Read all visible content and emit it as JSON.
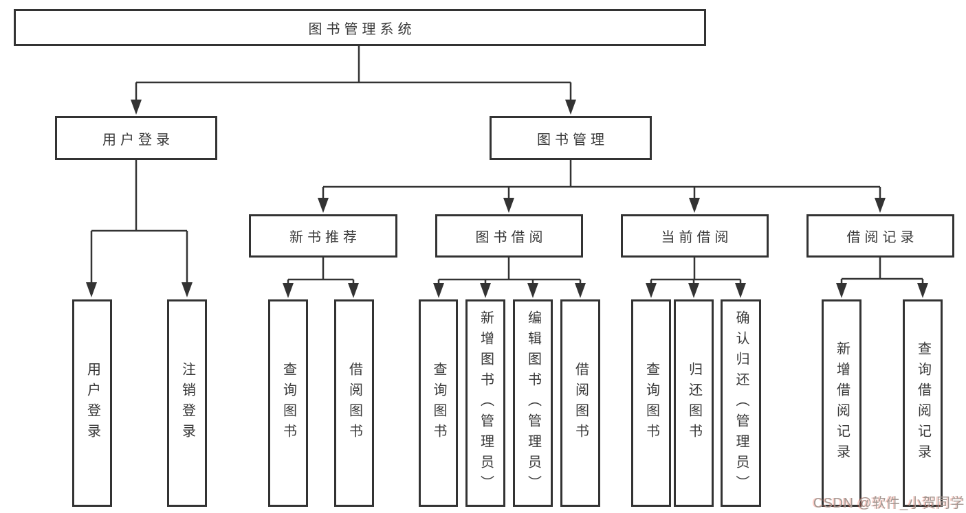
{
  "tree": {
    "label": "图书管理系统",
    "children": [
      {
        "label": "用户登录",
        "children": [
          {
            "label": "用户登录"
          },
          {
            "label": "注销登录"
          }
        ]
      },
      {
        "label": "图书管理",
        "children": [
          {
            "label": "新书推荐",
            "children": [
              {
                "label": "查询图书"
              },
              {
                "label": "借阅图书"
              }
            ]
          },
          {
            "label": "图书借阅",
            "children": [
              {
                "label": "查询图书"
              },
              {
                "label": "新增图书（管理员）"
              },
              {
                "label": "编辑图书（管理员）"
              },
              {
                "label": "借阅图书"
              }
            ]
          },
          {
            "label": "当前借阅",
            "children": [
              {
                "label": "查询图书"
              },
              {
                "label": "归还图书"
              },
              {
                "label": "确认归还（管理员）"
              }
            ]
          },
          {
            "label": "借阅记录",
            "children": [
              {
                "label": "新增借阅记录"
              },
              {
                "label": "查询借阅记录"
              }
            ]
          }
        ]
      }
    ]
  },
  "watermark": {
    "text": "CSDN @软件_小贺同学"
  },
  "colors": {
    "line": "#333333",
    "box_border": "#333333",
    "text": "#383838",
    "watermark": "#a39792",
    "background": "#ffffff"
  }
}
